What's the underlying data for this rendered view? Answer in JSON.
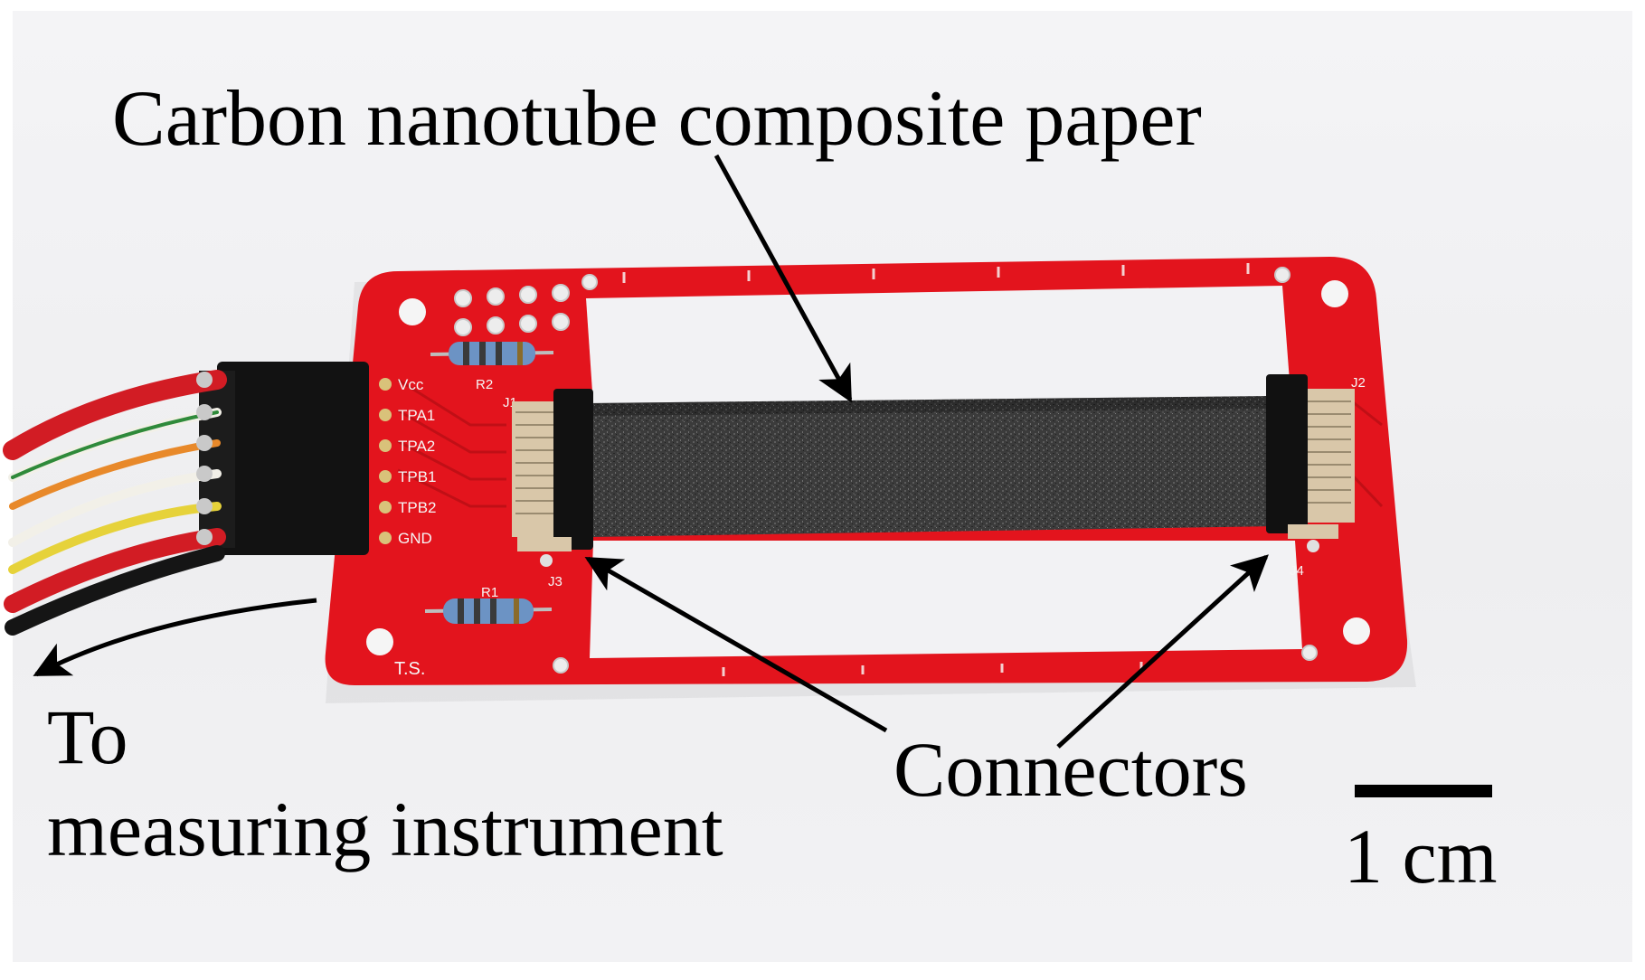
{
  "figure": {
    "title_label": "Carbon nanotube composite paper",
    "connectors_label": "Connectors",
    "to_label": "To",
    "measuring_label": "measuring instrument",
    "scale_label": "1 cm"
  },
  "board": {
    "pins": [
      "Vcc",
      "TPA1",
      "TPA2",
      "TPB1",
      "TPB2",
      "GND"
    ],
    "refs": {
      "r1": "R1",
      "r2": "R2",
      "j1": "J1",
      "j2": "J2",
      "j3": "J3",
      "j4": "J4",
      "maker": "T.S."
    }
  },
  "colors": {
    "pcb": "#e3141d",
    "pcb_dark": "#c00f16",
    "paper": "#3a3a3a",
    "connector_body": "#111111",
    "connector_base": "#d9c7a9",
    "wire_red": "#d21c24",
    "wire_green": "#2f8a3a",
    "wire_orange": "#e8892a",
    "wire_yellow": "#e6d23a",
    "wire_white": "#f2f0e8",
    "wire_black": "#151515"
  }
}
